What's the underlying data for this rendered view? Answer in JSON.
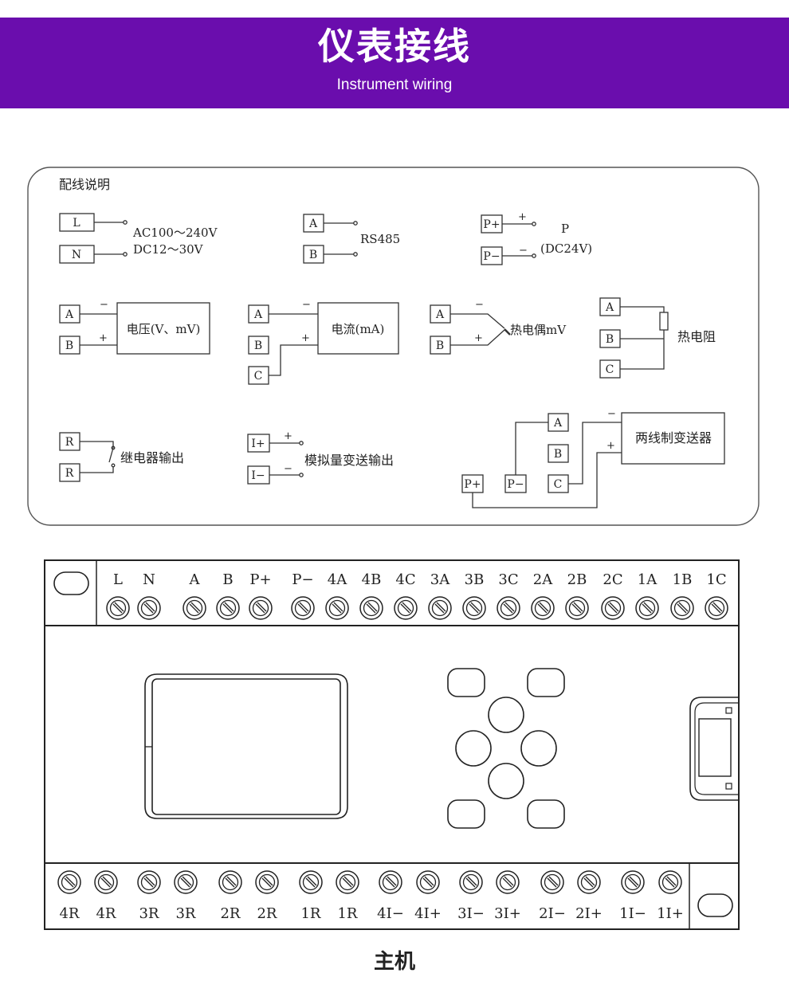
{
  "banner": {
    "title": "仪表接线",
    "subtitle": "Instrument wiring",
    "color": "#6a0dad"
  },
  "wiring_legend": {
    "heading": "配线说明",
    "power": {
      "terminals": [
        "L",
        "N"
      ],
      "line1": "AC100～240V",
      "line2": "DC12～30V"
    },
    "rs485": {
      "terminals": [
        "A",
        "B"
      ],
      "label": "RS485"
    },
    "power_out": {
      "terminals": [
        "P+",
        "P−"
      ],
      "plus": "+",
      "minus": "−",
      "label1": "P",
      "label2": "(DC24V)"
    },
    "voltage": {
      "terminals": [
        "A",
        "B"
      ],
      "minus": "−",
      "plus": "+",
      "box": "电压(V、mV)"
    },
    "current": {
      "terminals": [
        "A",
        "B",
        "C"
      ],
      "minus": "−",
      "plus": "+",
      "box": "电流(mA)"
    },
    "thermocouple": {
      "terminals": [
        "A",
        "B"
      ],
      "minus": "−",
      "plus": "+",
      "label": "热电偶mV"
    },
    "rtd": {
      "terminals": [
        "A",
        "B",
        "C"
      ],
      "label": "热电阻"
    },
    "relay": {
      "terminals": [
        "R",
        "R"
      ],
      "label": "继电器输出"
    },
    "analog_out": {
      "terminals": [
        "I+",
        "I−"
      ],
      "plus": "+",
      "minus": "−",
      "label": "模拟量变送输出"
    },
    "two_wire": {
      "terminals": [
        "A",
        "B",
        "C",
        "P+",
        "P−"
      ],
      "minus": "−",
      "plus": "+",
      "box": "两线制变送器"
    }
  },
  "device": {
    "top_terminals": [
      "L",
      "N",
      "A",
      "B",
      "P+",
      "P−",
      "4A",
      "4B",
      "4C",
      "3A",
      "3B",
      "3C",
      "2A",
      "2B",
      "2C",
      "1A",
      "1B",
      "1C"
    ],
    "bottom_terminals": [
      "4R",
      "4R",
      "3R",
      "3R",
      "2R",
      "2R",
      "1R",
      "1R",
      "4I−",
      "4I+",
      "3I−",
      "3I+",
      "2I−",
      "2I+",
      "1I−",
      "1I+"
    ],
    "label": "主机"
  }
}
